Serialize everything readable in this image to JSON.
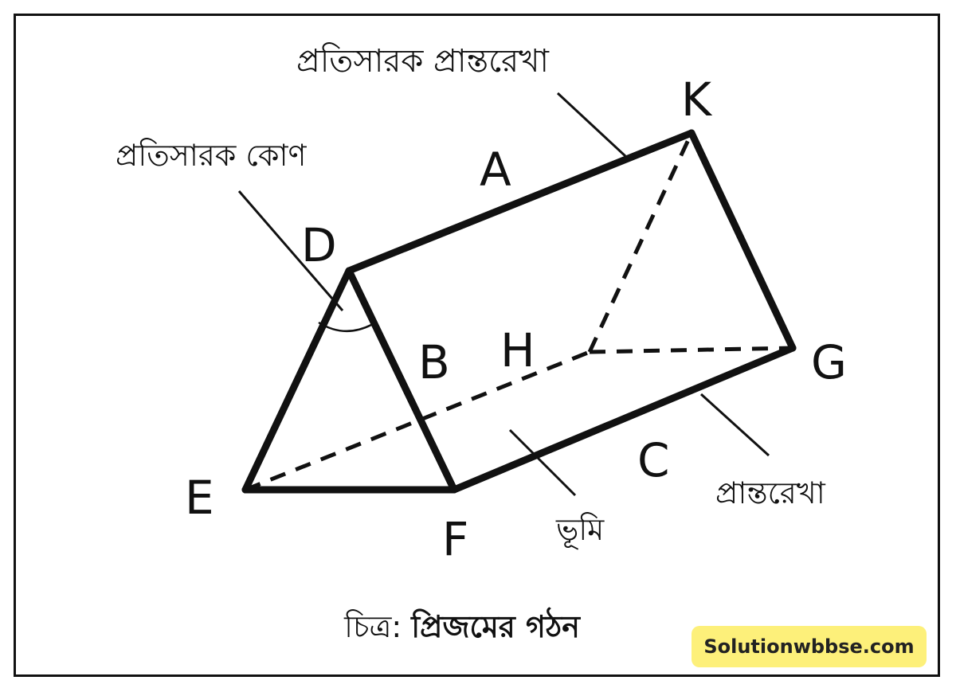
{
  "labels": {
    "top_edge_label": "প্রতিসারক প্রান্তরেখা",
    "angle_label": "প্রতিসারক কোণ",
    "base_label": "ভূমি",
    "edge_label": "প্রান্তরেখা"
  },
  "faces": {
    "A": "A",
    "B": "B",
    "C": "C"
  },
  "vertices": {
    "D": "D",
    "E": "E",
    "F": "F",
    "G": "G",
    "H": "H",
    "K": "K"
  },
  "caption": {
    "prefix": "চিত্র:",
    "title": "প্রিজমের গঠন"
  },
  "watermark": "Solutionwbbse.com",
  "colors": {
    "stroke": "#111111",
    "watermark_bg": "#fdf07a"
  }
}
